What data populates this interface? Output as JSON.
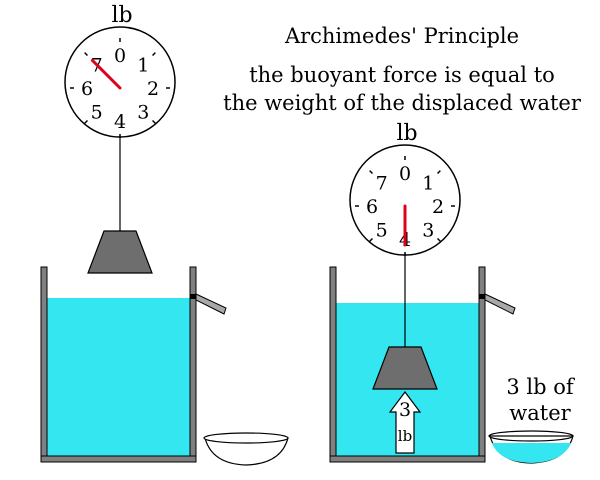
{
  "header": {
    "title": "Archimedes' Principle",
    "line1": "the buoyant force is equal to",
    "line2": "the weight of the displaced water"
  },
  "scale_left": {
    "unit": "lb",
    "numbers": [
      "0",
      "1",
      "2",
      "3",
      "4",
      "5",
      "6",
      "7"
    ],
    "reading_lb": 7
  },
  "scale_right": {
    "unit": "lb",
    "numbers": [
      "0",
      "1",
      "2",
      "3",
      "4",
      "5",
      "6",
      "7"
    ],
    "reading_lb": 4
  },
  "buoyancy_arrow": {
    "value": "3",
    "unit": "lb"
  },
  "displaced_label": {
    "line1": "3 lb of",
    "line2": "water"
  },
  "colors": {
    "water": "#33e6f0",
    "weight": "#6e6e6e",
    "needle": "#e0001a",
    "outline": "#000000",
    "spout": "#a8a8a8",
    "tank_wall": "#808080"
  }
}
